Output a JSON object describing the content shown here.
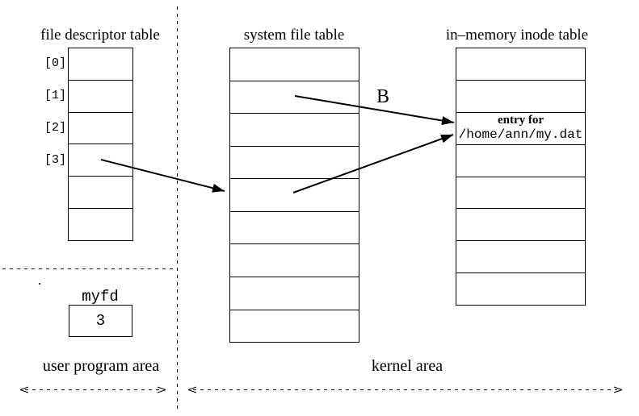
{
  "fd_table": {
    "title": "file descriptor table",
    "row_labels": [
      "[0]",
      "[1]",
      "[2]",
      "[3]"
    ]
  },
  "system_file_table": {
    "title": "system file table"
  },
  "inode_table": {
    "title": "in–memory inode table",
    "entry_line1": "entry for",
    "entry_line2": "/home/ann/my.dat"
  },
  "arrow_b_label": "B",
  "myfd": {
    "label": "myfd",
    "value": "3"
  },
  "areas": {
    "user": "user program area",
    "kernel": "kernel area"
  },
  "colors": {
    "foreground": "#000000",
    "background": "#ffffff"
  }
}
